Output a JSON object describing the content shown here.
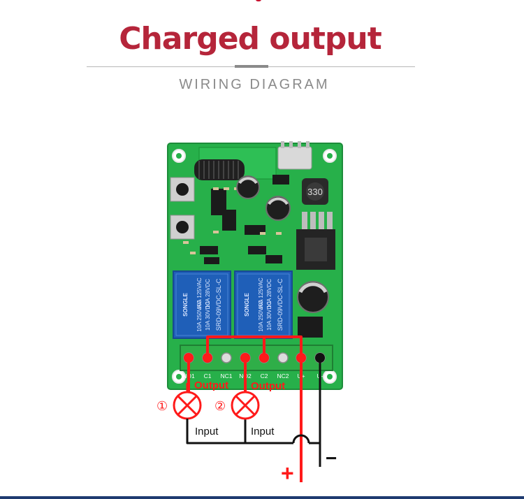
{
  "header": {
    "title": "Charged output",
    "subtitle": "WIRING DIAGRAM"
  },
  "relays": {
    "relay1_text": [
      "SONGLE",
      "SRD-09VDC-SL-C",
      "10A 250VAC",
      "10A 125VAC",
      "10A 30VDC",
      "10A 28VDC"
    ],
    "relay2_text": [
      "SONGLE",
      "SRD-09VDC-SL-C",
      "10A 250VAC",
      "10A 125VAC",
      "10A 30VDC",
      "10A 28VDC"
    ]
  },
  "board": {
    "inductor_label": "330",
    "terminal_labels": [
      "NO1",
      "C1",
      "NC1",
      "NO2",
      "C2",
      "NC2",
      "U+",
      "U-"
    ]
  },
  "loads": [
    {
      "number": "①",
      "output_label": "Output",
      "input_label": "Input"
    },
    {
      "number": "②",
      "output_label": "Output",
      "input_label": "Input"
    }
  ],
  "power": {
    "plus_label": "+",
    "minus_label": "−"
  },
  "colors": {
    "title": "#b5253a",
    "board_green": "#27b04a",
    "relay_blue": "#1f5fb8",
    "wire_red": "#ff1a1a",
    "wire_black": "#111111"
  }
}
